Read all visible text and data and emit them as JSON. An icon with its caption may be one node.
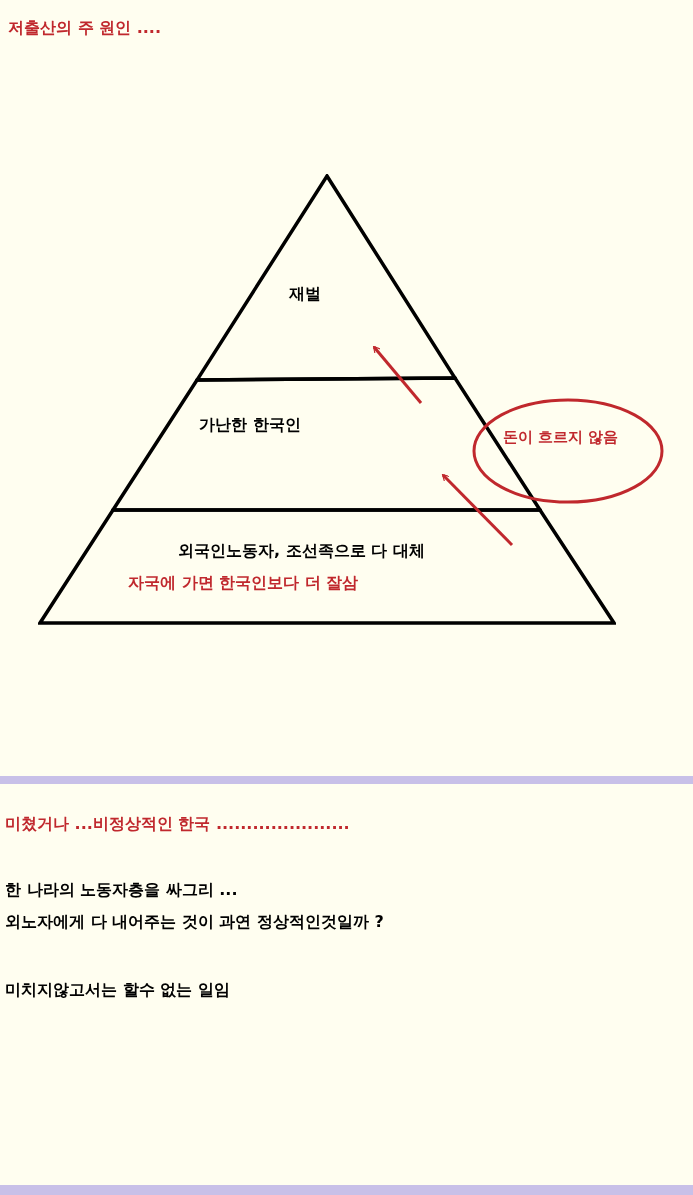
{
  "diagram": {
    "title": "저출산의 주 원인 ....",
    "nodes": [
      {
        "text": [
          "재벌"
        ]
      },
      {
        "text": [
          "가난한 한국인"
        ]
      },
      {
        "text": [
          "외국인노동자, 조선족으로 다 대체",
          "자국에 가면 한국인보다 더 잘삼"
        ]
      },
      {
        "text": [
          "돈이 흐르지 않음"
        ]
      }
    ],
    "edges": [
      {
        "from": 2,
        "to": 1,
        "arrow": "to",
        "color": "#c0282d"
      },
      {
        "from": 1,
        "to": 0,
        "arrow": "to",
        "color": "#c0282d"
      }
    ],
    "labels": [
      "미쳤거나 ...비정상적인 한국 ......................",
      "한 나라의 노동자층을 싸그리 ...",
      "외노자에게 다 내어주는 것이 과연 정상적인것일까 ?",
      "미치지않고서는 할수 없는 일임"
    ]
  }
}
